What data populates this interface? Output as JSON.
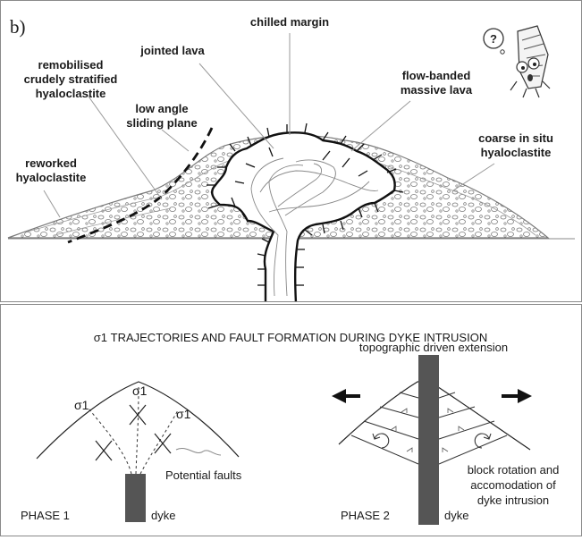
{
  "panel_letter": "b)",
  "labels": {
    "chilled_margin": "chilled margin",
    "jointed_lava": "jointed lava",
    "remobilised_l1": "remobilised",
    "remobilised_l2": "crudely stratified",
    "remobilised_l3": "hyaloclastite",
    "low_angle_l1": "low angle",
    "low_angle_l2": "sliding plane",
    "flow_banded_l1": "flow-banded",
    "flow_banded_l2": "massive lava",
    "coarse_l1": "coarse in situ",
    "coarse_l2": "hyaloclastite",
    "reworked_l1": "reworked",
    "reworked_l2": "hyaloclastite"
  },
  "mascot_glyph": "?",
  "bottom": {
    "title": "σ1 TRAJECTORIES AND FAULT FORMATION  DURING DYKE INTRUSION",
    "sigma": "σ1",
    "potential_faults": "Potential faults",
    "phase1": "PHASE 1",
    "dyke": "dyke",
    "topographic": "topographic driven extension",
    "block_l1": "block rotation and",
    "block_l2": "accomodation of",
    "block_l3": "dyke intrusion",
    "phase2": "PHASE 2"
  },
  "colors": {
    "ink": "#1a1a1a",
    "dyke_fill": "#555555",
    "leader": "#9a9a9a",
    "frame": "#8a8a8a"
  }
}
